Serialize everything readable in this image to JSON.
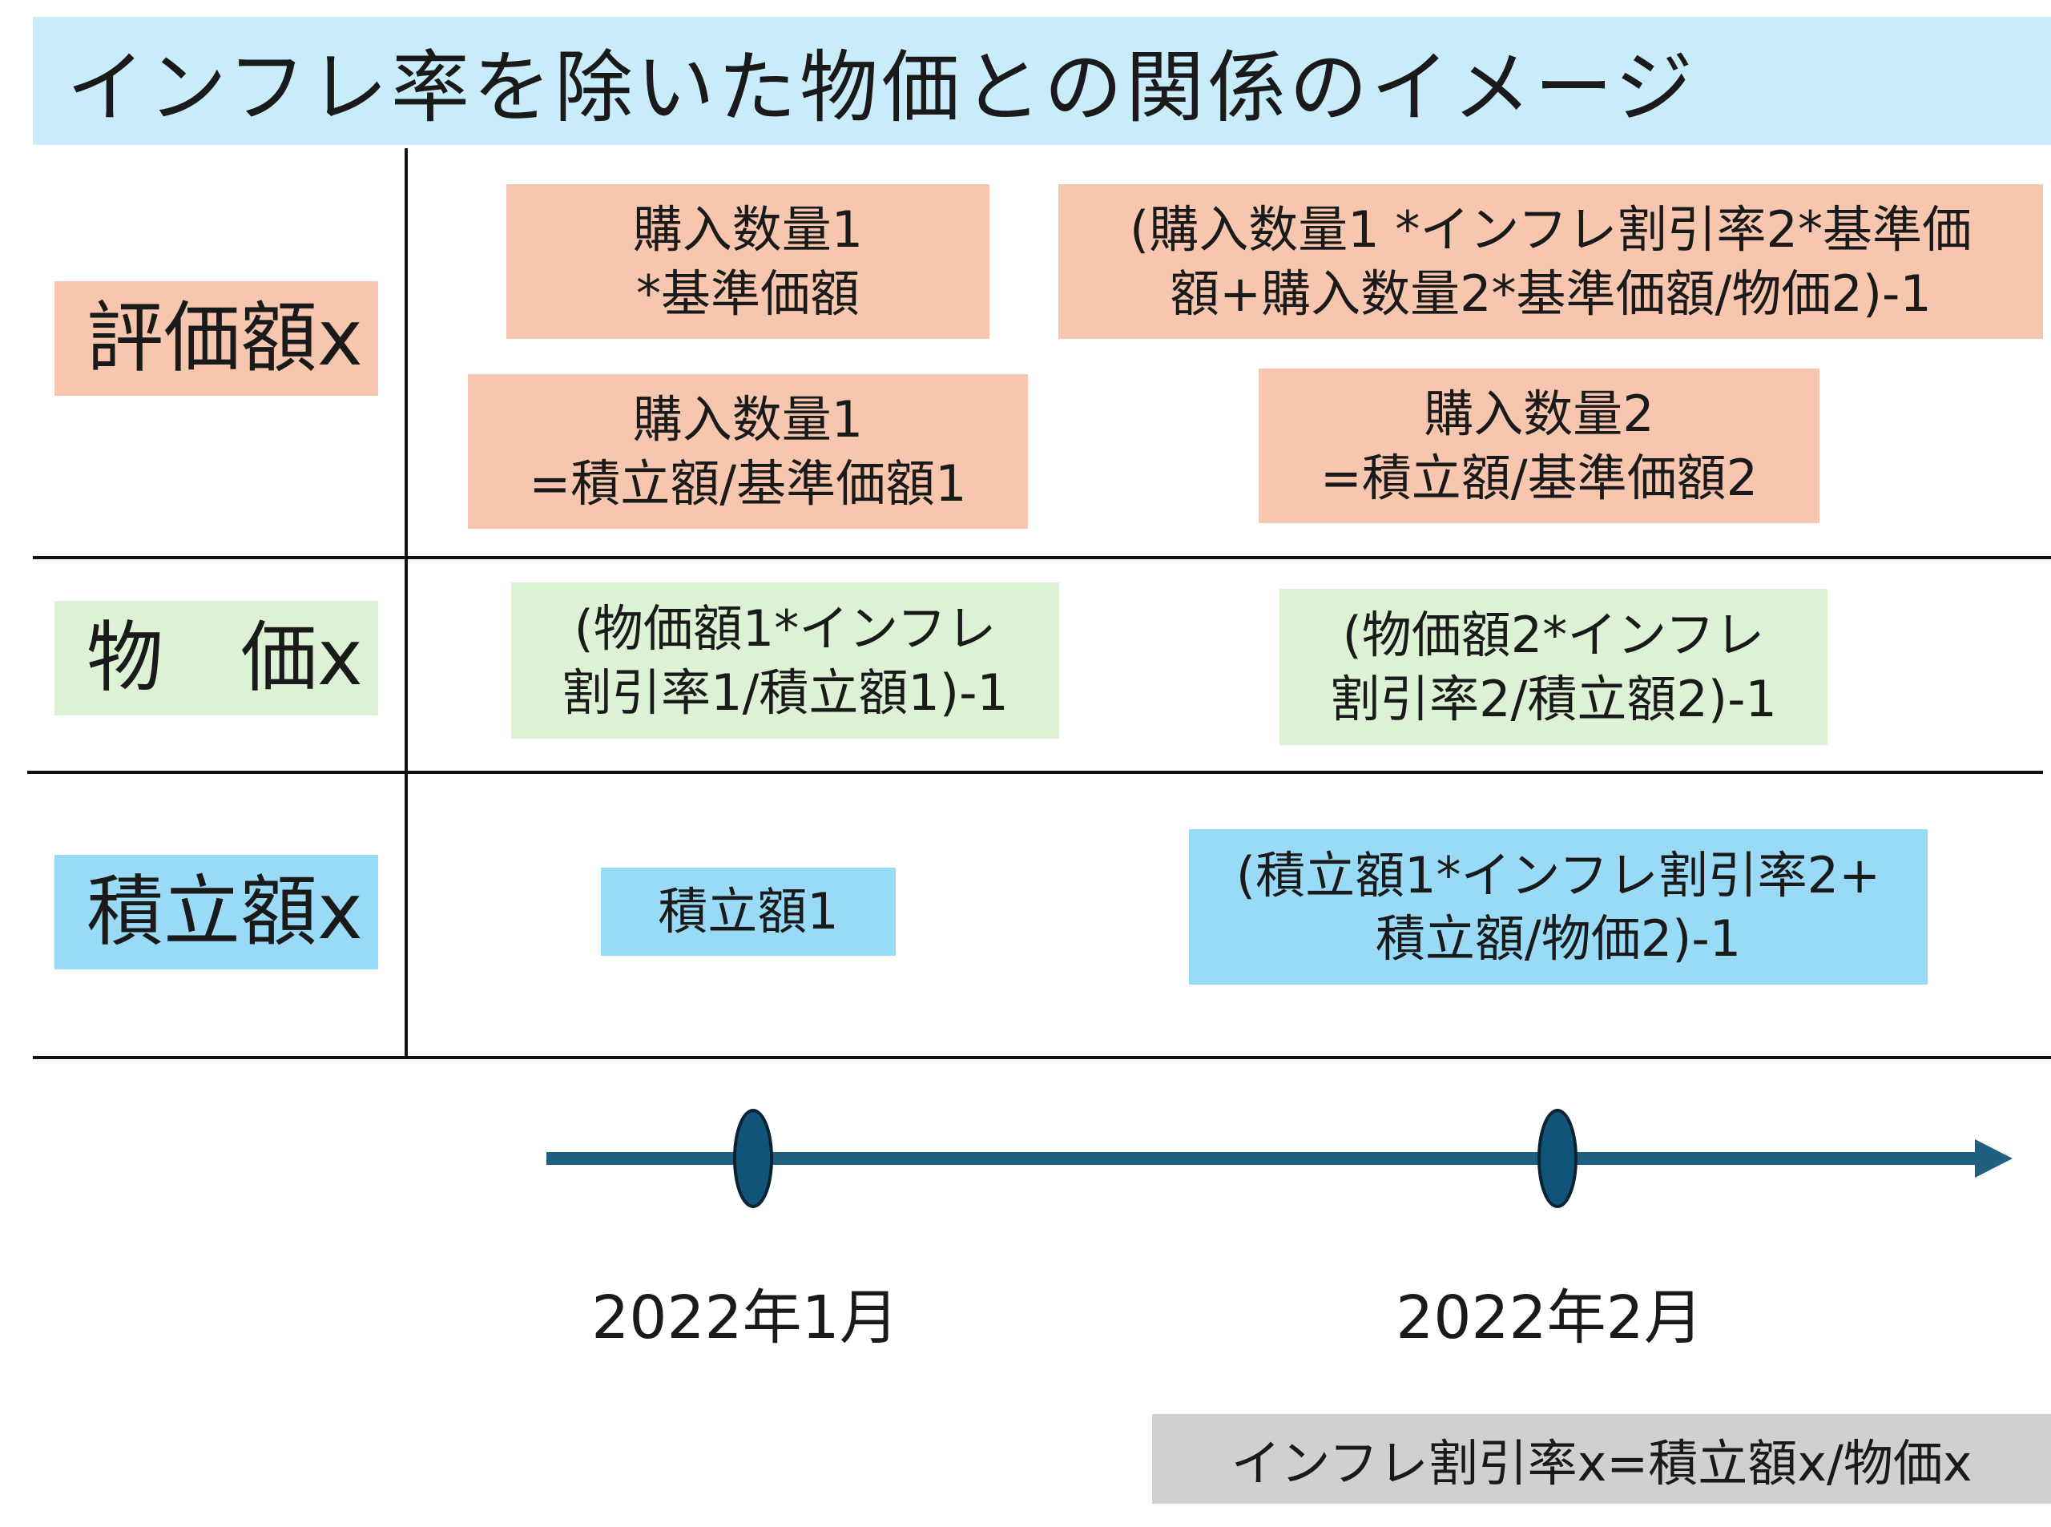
{
  "title": "インフレ率を除いた物価との関係のイメージ",
  "colors": {
    "title_bg": "#c8ecfa",
    "valuation_bg": "#f6c6ae",
    "price_bg": "#ddf2d5",
    "savings_bg": "#99dbf6",
    "footnote_bg": "#d0d0d0",
    "timeline": "#1f5f7f",
    "timeline_node": "#10547a"
  },
  "rows": [
    {
      "label": "評価額x"
    },
    {
      "label": "物　価x"
    },
    {
      "label": "積立額x"
    }
  ],
  "cells": {
    "valuation_jan_top": "購入数量1\n*基準価額",
    "valuation_jan_bottom": "購入数量1\n=積立額/基準価額1",
    "valuation_feb_top": "(購入数量1 *インフレ割引率2*基準価\n額+購入数量2*基準価額/物価2)-1",
    "valuation_feb_bottom": "購入数量2\n=積立額/基準価額2",
    "price_jan": "(物価額1*インフレ\n割引率1/積立額1)-1",
    "price_feb": "(物価額2*インフレ\n割引率2/積立額2)-1",
    "savings_jan": "積立額1",
    "savings_feb": "(積立額1*インフレ割引率2+\n積立額/物価2)-1"
  },
  "timeline": {
    "dates": [
      "2022年1月",
      "2022年2月"
    ]
  },
  "footnote": "インフレ割引率x=積立額x/物価x"
}
